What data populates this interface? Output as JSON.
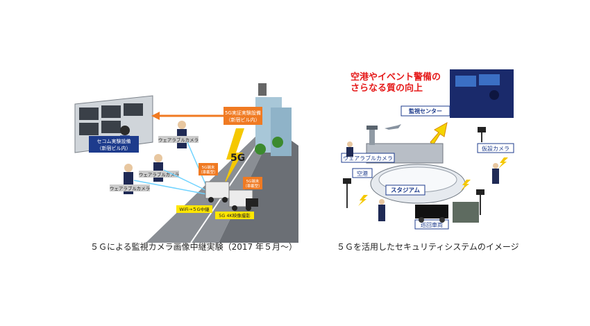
{
  "left": {
    "caption": "５Ｇによる監視カメラ画像中継実験（2017 年５月～）",
    "labels": {
      "secom_line1": "セコム実験設備",
      "secom_line2": "（新宿ビル内）",
      "test_line1": "5G実証実験設備",
      "test_line2": "（新宿ビル内）",
      "fiveg": "5G",
      "wearable": "ウェアラブルカメラ",
      "terminal_line1": "5G端末",
      "terminal_line2": "（車載型）",
      "wifi_relay": "WiFi→５G中継",
      "filming_4k": "5G 4K映像撮影"
    }
  },
  "right": {
    "caption": "５Ｇを活用したセキュリティシステムのイメージ",
    "labels": {
      "headline_line1": "空港やイベント警備の",
      "headline_line2": "さらなる質の向上",
      "monitor_center": "監視センター",
      "temp_camera": "仮設カメラ",
      "wearable_camera": "ウェアラブルカメラ",
      "airport": "空港",
      "stadium": "スタジアム",
      "patrol_vehicle": "巡回車両"
    }
  },
  "colors": {
    "road": "#6b6f75",
    "arrow_orange": "#f07a22",
    "lightning": "#f5c800",
    "label_blue": "#1d3b8c",
    "headline_red": "#e51a1a",
    "uniform": "#1f2a55"
  }
}
